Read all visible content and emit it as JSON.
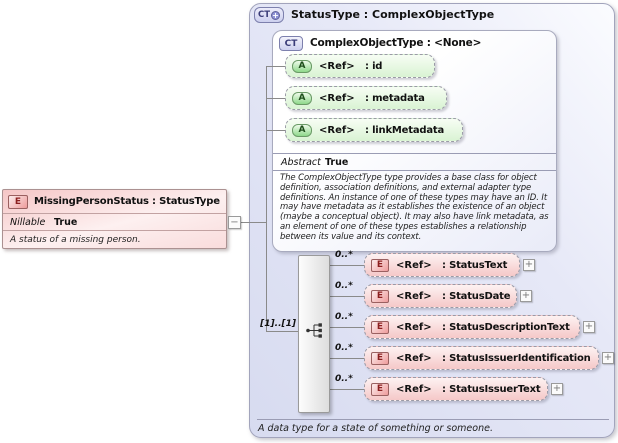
{
  "left_element": {
    "badge": "E",
    "title": "MissingPersonStatus : StatusType",
    "nillable_label": "Nillable",
    "nillable_value": "True",
    "description": "A status of a missing person.",
    "collapse_glyph": "−"
  },
  "panel": {
    "badge": "CT",
    "badge_plus": "+",
    "title": "StatusType : ComplexObjectType",
    "footer": "A data type for a state of something or someone.",
    "base_type": {
      "badge": "CT",
      "title": "ComplexObjectType : <None>",
      "attributes": [
        {
          "badge": "A",
          "ref": "<Ref>",
          "name": ": id"
        },
        {
          "badge": "A",
          "ref": "<Ref>",
          "name": ": metadata"
        },
        {
          "badge": "A",
          "ref": "<Ref>",
          "name": ": linkMetadata"
        }
      ],
      "abstract_label": "Abstract",
      "abstract_value": "True",
      "description": "The ComplexObjectType type provides a base class for object definition, association definitions, and external adapter type definitions. An instance of one of these types may have an ID. It may have metadata as it establishes the existence of an object (maybe a conceptual object). It may also have link metadata, as an element of one of these types establishes a relationship between its value and its context."
    },
    "sequence": {
      "cardinality": "[1]..[1]",
      "elements": [
        {
          "badge": "E",
          "ref": "<Ref>",
          "name": ": StatusText",
          "occurs": "0..*",
          "expand_glyph": "+"
        },
        {
          "badge": "E",
          "ref": "<Ref>",
          "name": ": StatusDate",
          "occurs": "0..*",
          "expand_glyph": "+"
        },
        {
          "badge": "E",
          "ref": "<Ref>",
          "name": ": StatusDescriptionText",
          "occurs": "0..*",
          "expand_glyph": "+"
        },
        {
          "badge": "E",
          "ref": "<Ref>",
          "name": ": StatusIssuerIdentification",
          "occurs": "0..*",
          "expand_glyph": "+"
        },
        {
          "badge": "E",
          "ref": "<Ref>",
          "name": ": StatusIssuerText",
          "occurs": "0..*",
          "expand_glyph": "+"
        }
      ]
    }
  },
  "colors": {
    "panel_background": "#dcdff2",
    "element_fill": "#f5c8c8",
    "attribute_fill": "#d9f3d3",
    "sequence_fill": "#e0e0e0",
    "connector_line": "#8a8a8a"
  }
}
